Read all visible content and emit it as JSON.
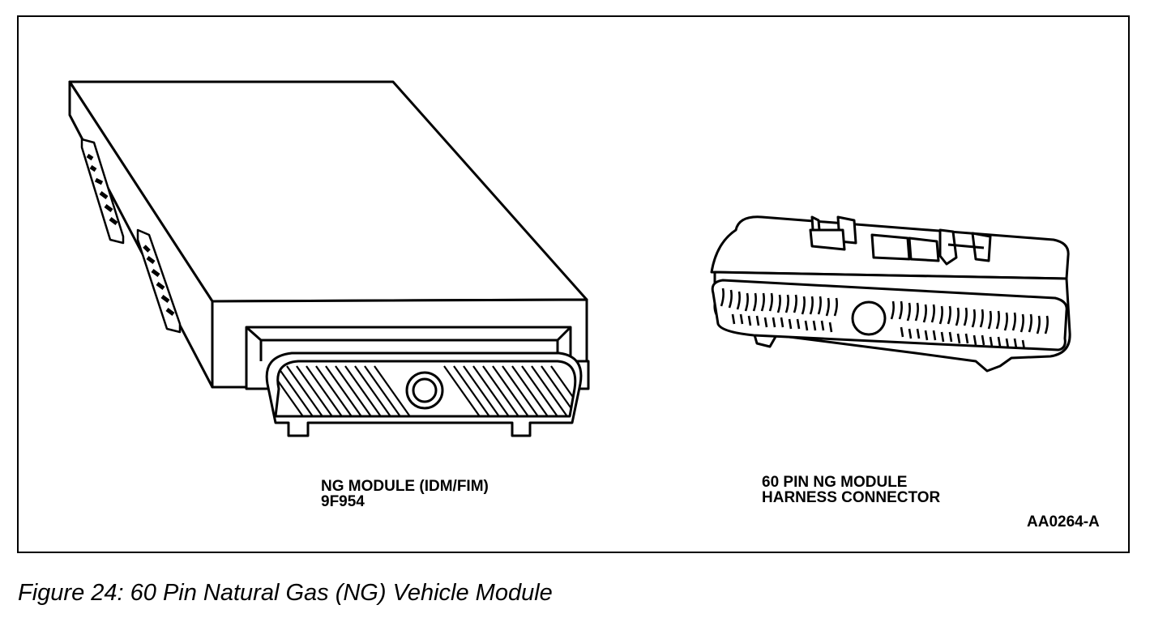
{
  "figure": {
    "module_label": {
      "line1": "NG MODULE (IDM/FIM)",
      "line2": "9F954"
    },
    "connector_label": {
      "line1": "60 PIN NG MODULE",
      "line2": "HARNESS CONNECTOR"
    },
    "figure_id": "AA0264-A",
    "caption": "Figure 24: 60 Pin Natural Gas (NG) Vehicle Module"
  }
}
